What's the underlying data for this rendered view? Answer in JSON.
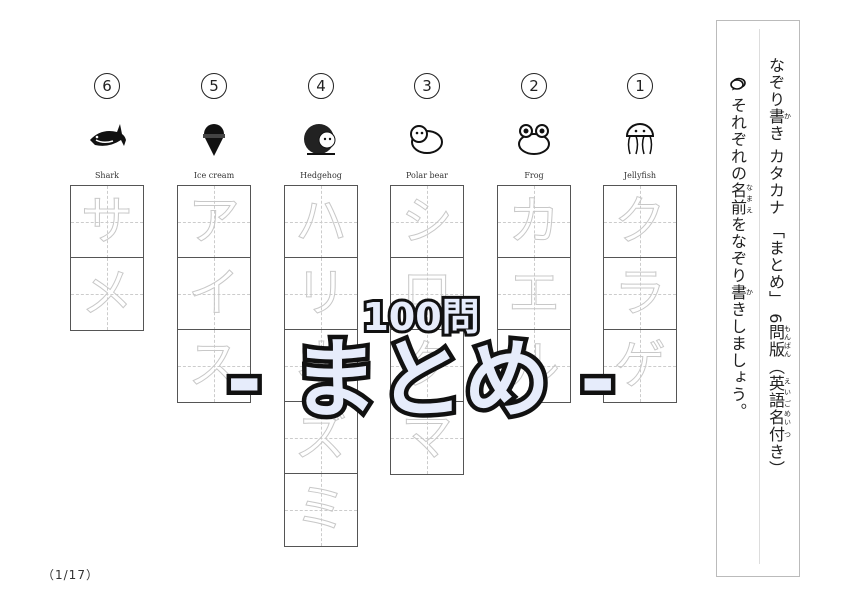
{
  "items": [
    {
      "number": "6",
      "english": "Shark",
      "icon": "shark-icon",
      "kana": [
        "サ",
        "メ"
      ]
    },
    {
      "number": "5",
      "english": "Ice cream",
      "icon": "ice-cream-icon",
      "kana": [
        "ア",
        "イ",
        "ス"
      ]
    },
    {
      "number": "4",
      "english": "Hedgehog",
      "icon": "hedgehog-icon",
      "kana": [
        "ハ",
        "リ",
        "ネ",
        "ズ",
        "ミ"
      ]
    },
    {
      "number": "3",
      "english": "Polar bear",
      "icon": "polar-bear-icon",
      "kana": [
        "シ",
        "ロ",
        "ク",
        "マ"
      ]
    },
    {
      "number": "2",
      "english": "Frog",
      "icon": "frog-icon",
      "kana": [
        "カ",
        "エ",
        "ル"
      ]
    },
    {
      "number": "1",
      "english": "Jellyfish",
      "icon": "jellyfish-icon",
      "kana": [
        "ク",
        "ラ",
        "ゲ"
      ]
    }
  ],
  "overlay": {
    "count": "100問",
    "title": "- まとめ -"
  },
  "panel": {
    "title_a": "なぞり",
    "title_kaki": "書",
    "title_kaki_ruby": "か",
    "title_b": "き カタカナ 「まとめ」 6",
    "title_mon": "問",
    "title_mon_ruby": "もん",
    "title_ban": "版",
    "title_ban_ruby": "ばん",
    "title_c": "（",
    "title_eigo": "英語",
    "title_eigo_ruby": "えいご",
    "title_mei": "名",
    "title_mei_ruby": "めい",
    "title_tsuki": "付",
    "title_tsuki_ruby": "つ",
    "title_d": "き）",
    "inst_a": "それぞれの",
    "inst_namae": "名前",
    "inst_namae_ruby": "なまえ",
    "inst_b": "をなぞり",
    "inst_kaki": "書",
    "inst_kaki_ruby": "か",
    "inst_c": "きしましょう。"
  },
  "page_number": "（1/17）"
}
